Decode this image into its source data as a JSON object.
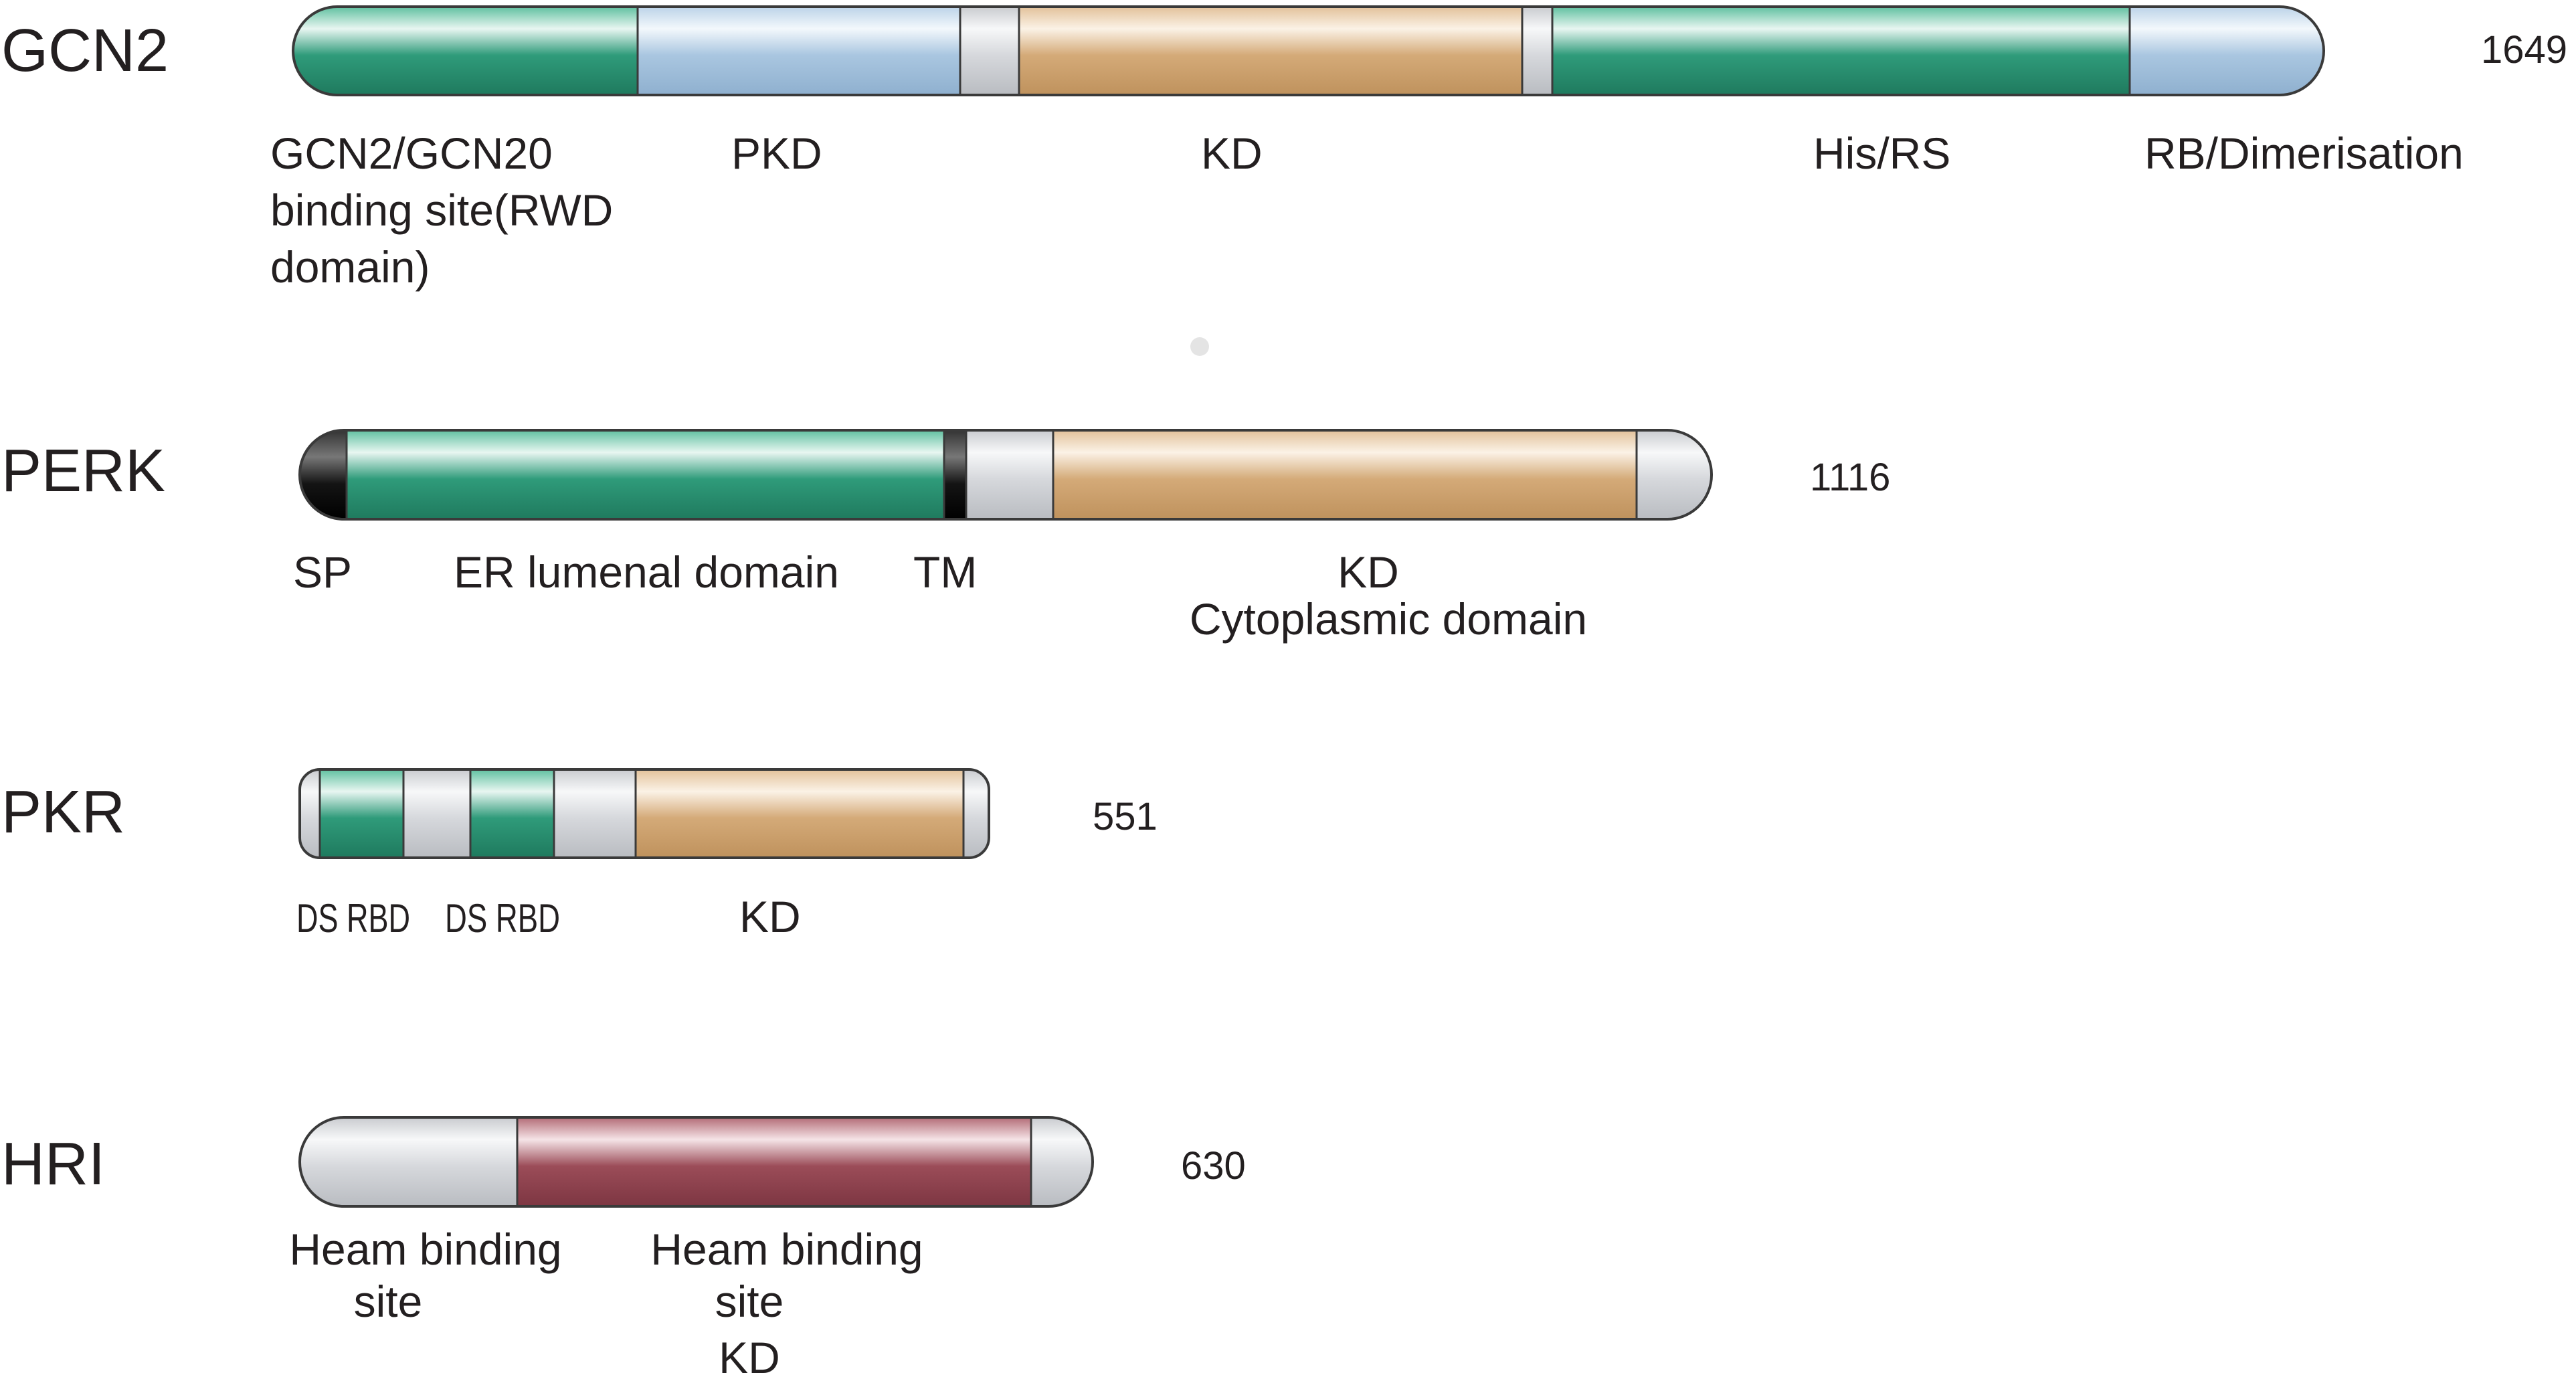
{
  "colors": {
    "green": "#2f9b7a",
    "blue": "#a9c6e0",
    "tan": "#d4aa78",
    "grey": "#d6d8dc",
    "black": "#141414",
    "maroon": "#9b4c58"
  },
  "proteins": {
    "gcn2": {
      "name": "GCN2",
      "length": "1649",
      "labels": {
        "rwd_line1": "GCN2/GCN20",
        "rwd_line2": "binding site(RWD",
        "rwd_line3": "domain)",
        "pkd": "PKD",
        "kd": "KD",
        "his_rs": "His/RS",
        "rb": "RB/Dimerisation"
      }
    },
    "perk": {
      "name": "PERK",
      "length": "1116",
      "labels": {
        "sp": "SP",
        "er": "ER lumenal domain",
        "tm": "TM",
        "kd": "KD",
        "cyto": "Cytoplasmic domain"
      }
    },
    "pkr": {
      "name": "PKR",
      "length": "551",
      "labels": {
        "dsrbd1": "DS RBD",
        "dsrbd2": "DS RBD",
        "kd": "KD"
      }
    },
    "hri": {
      "name": "HRI",
      "length": "630",
      "labels": {
        "heam1_line1": "Heam binding",
        "heam1_line2": "site",
        "heam2_line1": "Heam binding",
        "heam2_line2": "site",
        "kd": "KD"
      }
    }
  }
}
